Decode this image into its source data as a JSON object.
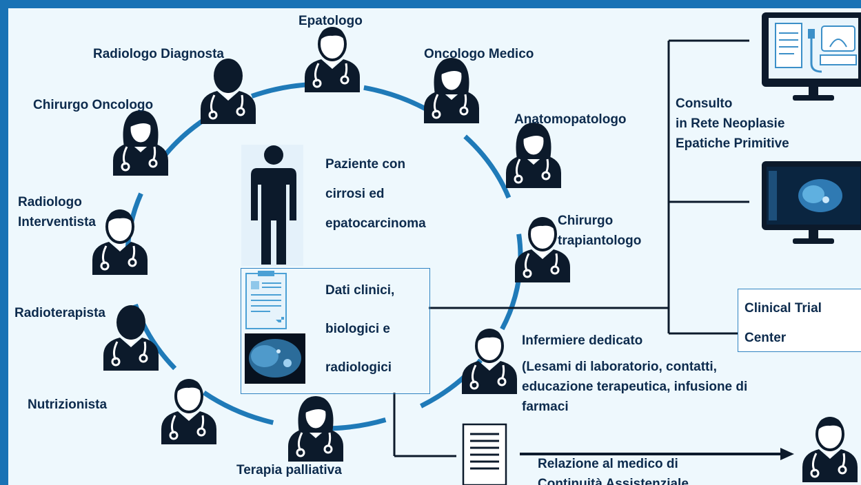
{
  "center": {
    "patient_lines": [
      "Paziente con",
      "cirrosi ed",
      "epatocarcinoma"
    ],
    "data_lines": [
      "Dati clinici,",
      "biologici e",
      "radiologici"
    ]
  },
  "roles": {
    "epatologo": "Epatologo",
    "radiologo_diagnosta": "Radiologo Diagnosta",
    "oncologo_medico": "Oncologo Medico",
    "chirurgo_oncologo": "Chirurgo Oncologo",
    "anatomopatologo": "Anatomopatologo",
    "radiologo_interventista": [
      "Radiologo",
      "Interventista"
    ],
    "chirurgo_trapiantologo": [
      "Chirurgo",
      "trapiantologo"
    ],
    "radioterapista": "Radioterapista",
    "infermiere_title": "Infermiere dedicato",
    "infermiere_desc": [
      "(Lesami di laboratorio, contatti,",
      "educazione terapeutica, infusione di",
      "farmaci"
    ],
    "nutrizionista": "Nutrizionista",
    "terapia_palliativa": "Terapia palliativa"
  },
  "right": {
    "consulto_lines": [
      "Consulto",
      "in Rete Neoplasie",
      "Epatiche Primitive"
    ],
    "trial_lines": [
      "Clinical Trial",
      "Center"
    ],
    "report_lines": [
      "Relazione al medico di",
      "Continuità Assistenziale"
    ]
  },
  "colors": {
    "ring": "#1f7ab8",
    "figure": "#0c1a2b",
    "text": "#0d2b4d",
    "frame": "#1a73b5"
  }
}
